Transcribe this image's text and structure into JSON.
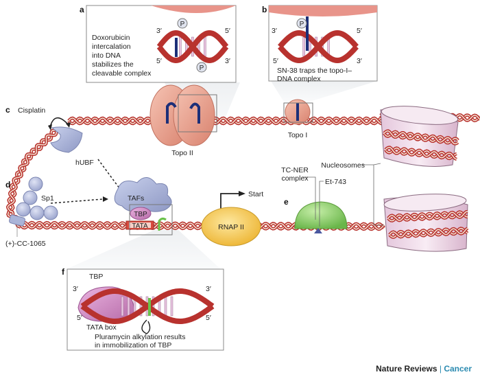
{
  "panels": {
    "a": {
      "letter": "a",
      "caption": [
        "Doxorubicin",
        "intercalation",
        "into DNA",
        "stabilizes the",
        "cleavable complex"
      ],
      "strand_labels": {
        "top_left": "3′",
        "bottom_left": "5′",
        "top_right": "5′",
        "bottom_right": "3′"
      },
      "phosphate": "P"
    },
    "b": {
      "letter": "b",
      "caption": [
        "SN-38 traps the topo-I–",
        "DNA complex"
      ],
      "strand_labels": {
        "top_left": "3′",
        "bottom_left": "5′",
        "top_right": "5′",
        "bottom_right": "3′"
      },
      "phosphate": "P"
    },
    "c": {
      "letter": "c",
      "drug": "Cisplatin",
      "protein": "hUBF"
    },
    "d": {
      "letter": "d",
      "protein": "Sp1",
      "drug": "(+)-CC-1065"
    },
    "e": {
      "letter": "e",
      "complex": [
        "TC-NER",
        "complex"
      ],
      "drug": "Et-743"
    },
    "f": {
      "letter": "f",
      "protein": "TBP",
      "box": "TATA box",
      "caption": [
        "Pluramycin alkylation results",
        "in immobilization of TBP"
      ],
      "strand_labels": {
        "top_left": "3′",
        "bottom_left": "5′",
        "top_right": "3′",
        "bottom_right": "5′"
      }
    }
  },
  "labels": {
    "topo_ii": "Topo II",
    "topo_i": "Topo I",
    "tafs": "TAFs",
    "tbp": "TBP",
    "tata": "TATA",
    "rnap": "RNAP II",
    "start": "Start",
    "nucleosomes": "Nucleosomes"
  },
  "footer": {
    "journal": "Nature Reviews",
    "separator": "|",
    "subject": "Cancer"
  },
  "colors": {
    "dna_red": "#b8322e",
    "dna_light": "#f4e6d6",
    "topo": "#e8a090",
    "protein_blue": "#aab4d8",
    "tbp_pink": "#d88cc8",
    "rnap_yellow": "#f3c84e",
    "ner_green": "#8ccf6a",
    "nucleosome_pink": "#ecd4e6",
    "drug_navy": "#1c2f78",
    "accent_teal": "#2a8ab0"
  }
}
